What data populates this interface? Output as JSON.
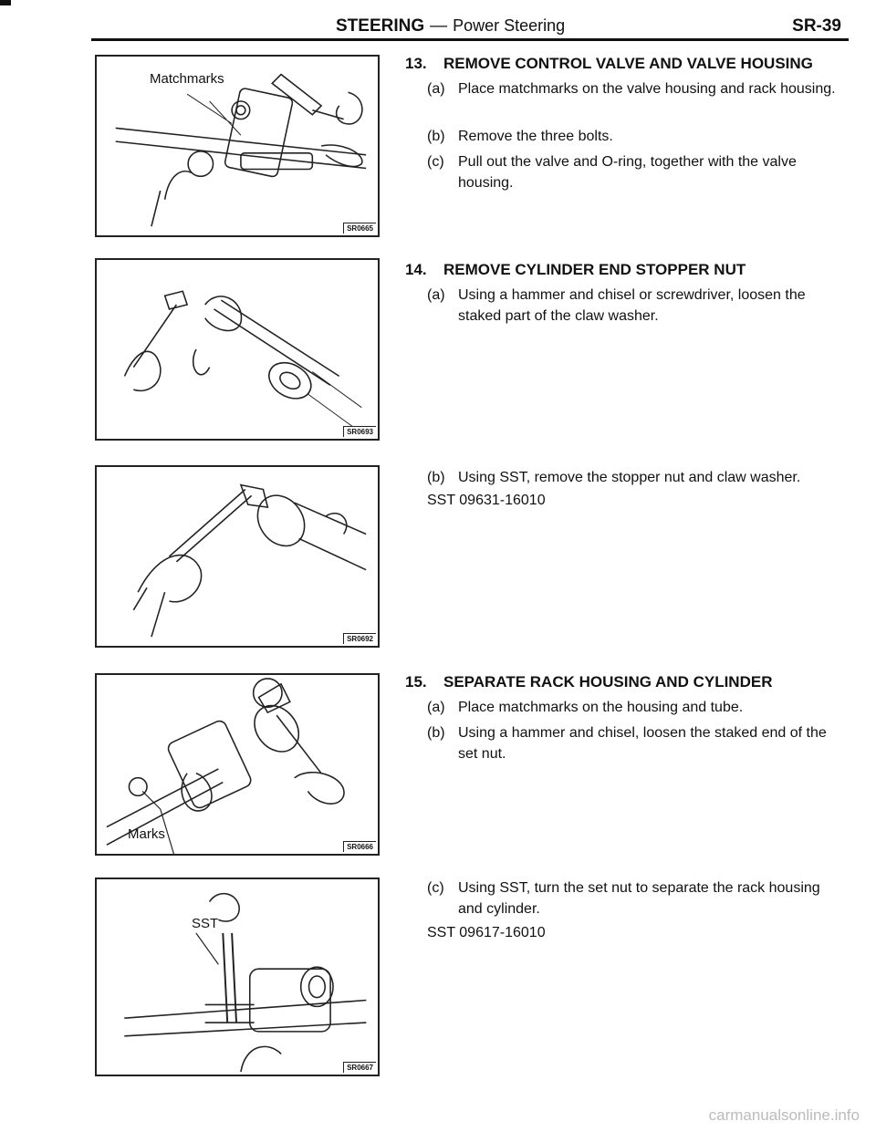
{
  "header": {
    "section": "STEERING",
    "separator": "—",
    "subsection": "Power Steering",
    "page": "SR-39"
  },
  "figures": [
    {
      "code": "SR0665",
      "label": "Matchmarks"
    },
    {
      "code": "SR0693",
      "label": ""
    },
    {
      "code": "SR0692",
      "label": ""
    },
    {
      "code": "SR0666",
      "label": "Marks"
    },
    {
      "code": "SR0667",
      "label": "SST"
    }
  ],
  "steps": [
    {
      "number": "13.",
      "title": "REMOVE CONTROL VALVE AND VALVE HOUSING",
      "items": [
        {
          "letter": "(a)",
          "text": "Place matchmarks on the valve housing and rack housing."
        },
        {
          "letter": "(b)",
          "text": "Remove the three bolts."
        },
        {
          "letter": "(c)",
          "text": "Pull out the valve and O-ring, together with the valve housing."
        }
      ]
    },
    {
      "number": "14.",
      "title": "REMOVE CYLINDER END STOPPER NUT",
      "items": [
        {
          "letter": "(a)",
          "text": "Using a hammer and chisel or screwdriver, loosen the staked part of the claw washer."
        },
        {
          "letter": "(b)",
          "text": "Using SST, remove the stopper nut and claw washer."
        }
      ],
      "sst": "SST 09631-16010"
    },
    {
      "number": "15.",
      "title": "SEPARATE RACK HOUSING AND CYLINDER",
      "items": [
        {
          "letter": "(a)",
          "text": "Place matchmarks on the housing and tube."
        },
        {
          "letter": "(b)",
          "text": "Using a hammer and chisel, loosen the staked end of the set nut."
        },
        {
          "letter": "(c)",
          "text": "Using SST, turn the set nut to separate the rack housing and cylinder."
        }
      ],
      "sst": "SST 09617-16010"
    }
  ],
  "watermark": "carmanualsonline.info"
}
